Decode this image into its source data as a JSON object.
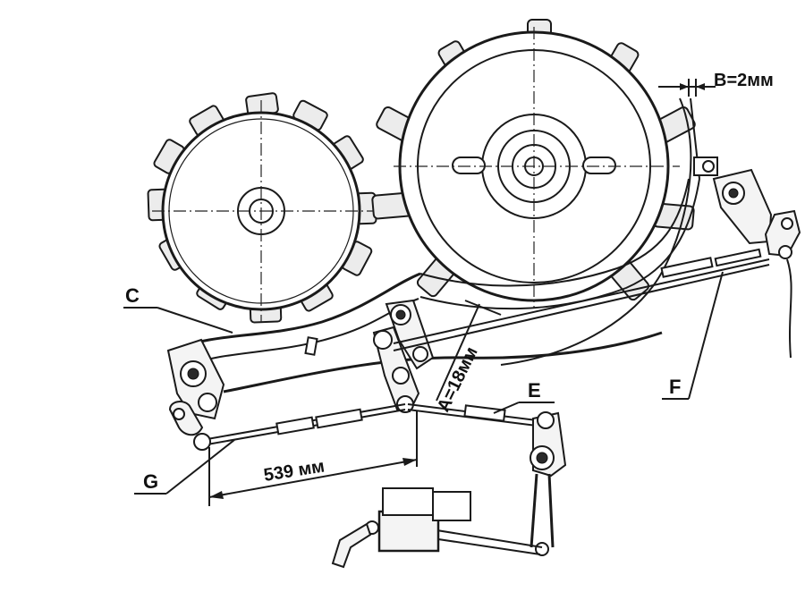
{
  "labels": {
    "c": "C",
    "e": "E",
    "f": "F",
    "g": "G"
  },
  "dimensions": {
    "b_gap": "B=2мм",
    "a_gap": "A=18мм",
    "rod_length": "539 мм"
  },
  "colors": {
    "ink": "#1a1a1a",
    "paper": "#ffffff"
  }
}
